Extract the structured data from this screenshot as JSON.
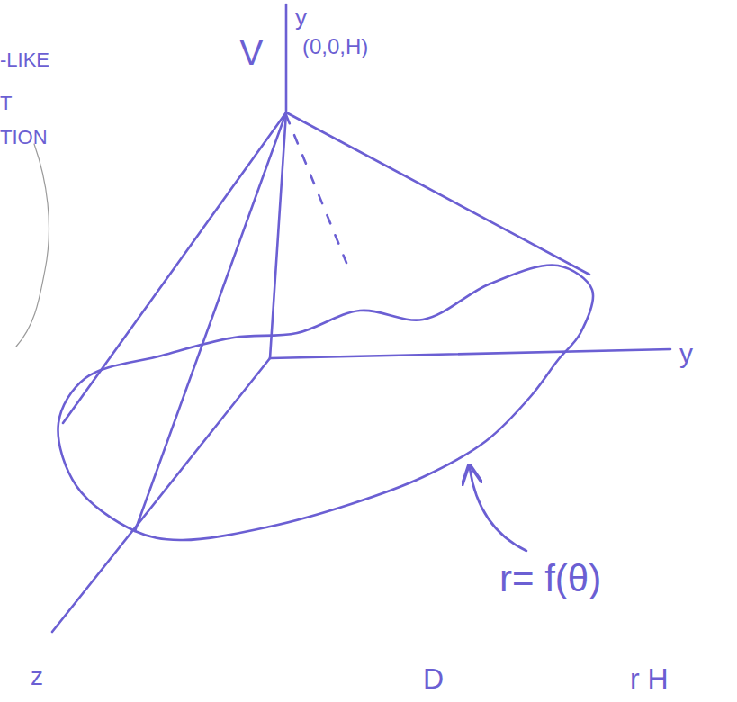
{
  "diagram": {
    "labels": [
      "y",
      "V",
      "(0,0,H)",
      "-LIKE",
      "T",
      "TION",
      "y",
      "r= f(θ)",
      "z",
      "D",
      "r H"
    ]
  }
}
